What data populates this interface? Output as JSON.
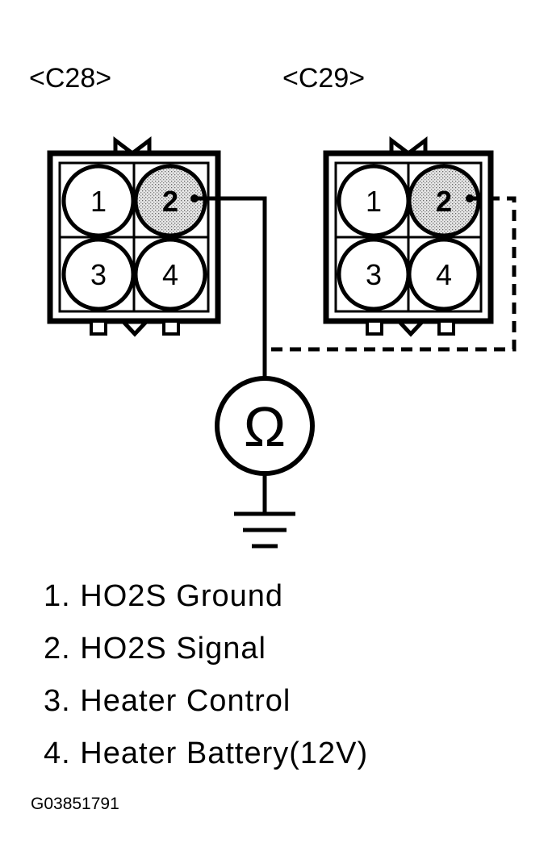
{
  "connectors": {
    "c28": {
      "label": "<C28>",
      "pins": [
        "1",
        "2",
        "3",
        "4"
      ]
    },
    "c29": {
      "label": "<C29>",
      "pins": [
        "1",
        "2",
        "3",
        "4"
      ]
    }
  },
  "meter": {
    "symbol": "Ω"
  },
  "legend": [
    "1. HO2S Ground",
    "2. HO2S Signal",
    "3. Heater Control",
    "4. Heater Battery(12V)"
  ],
  "figure_code": "G03851791",
  "colors": {
    "line": "#000000",
    "highlight_pin": "#cfcfcf",
    "background": "#ffffff"
  }
}
